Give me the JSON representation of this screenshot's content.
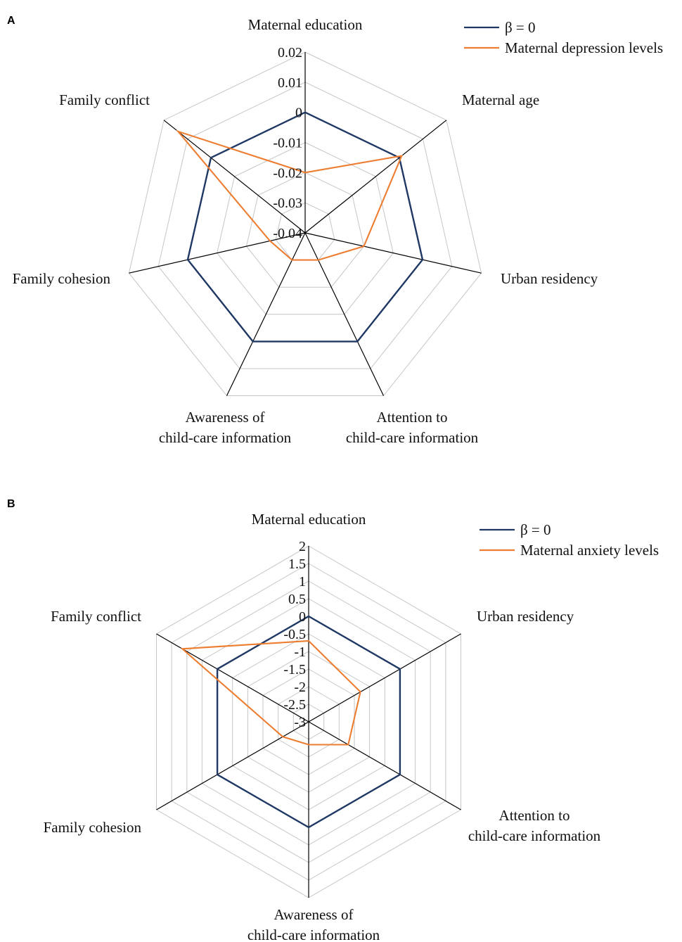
{
  "chart_data": [
    {
      "type": "radar",
      "panel": "A",
      "axes": [
        "Maternal education",
        "Maternal age",
        "Urban residency",
        "Attention to child-care information",
        "Awareness of child-care information",
        "Family cohesion",
        "Family conflict"
      ],
      "axis_labels": [
        [
          "Maternal education"
        ],
        [
          "Maternal age"
        ],
        [
          "Urban residency"
        ],
        [
          "Attention to",
          "child-care information"
        ],
        [
          "Awareness of",
          "child-care information"
        ],
        [
          "Family cohesion"
        ],
        [
          "Family conflict"
        ]
      ],
      "rlim": [
        -0.04,
        0.02
      ],
      "ticks": [
        "0.02",
        "0.01",
        "0",
        "-0.01",
        "-0.02",
        "-0.03",
        "-0.04"
      ],
      "tick_values": [
        0.02,
        0.01,
        0,
        -0.01,
        -0.02,
        -0.03,
        -0.04
      ],
      "grid": true,
      "legend_position": "top-right",
      "series": [
        {
          "name": "β = 0",
          "color": "#1f3864",
          "values": [
            0,
            0,
            0,
            0,
            0,
            0,
            0
          ]
        },
        {
          "name": "Maternal depression levels",
          "color": "#ed7d31",
          "values": [
            -0.02,
            0.001,
            -0.02,
            -0.03,
            -0.03,
            -0.028,
            0.014
          ]
        }
      ]
    },
    {
      "type": "radar",
      "panel": "B",
      "axes": [
        "Maternal education",
        "Urban residency",
        "Attention to child-care information",
        "Awareness of child-care information",
        "Family cohesion",
        "Family conflict"
      ],
      "axis_labels": [
        [
          "Maternal education"
        ],
        [
          "Urban residency"
        ],
        [
          "Attention to",
          "child-care information"
        ],
        [
          "Awareness of",
          "child-care information"
        ],
        [
          "Family cohesion"
        ],
        [
          "Family conflict"
        ]
      ],
      "rlim": [
        -3,
        2
      ],
      "ticks": [
        "2",
        "1.5",
        "1",
        "0.5",
        "0",
        "-0.5",
        "-1",
        "-1.5",
        "-2",
        "-2.5",
        "-3"
      ],
      "tick_values": [
        2,
        1.5,
        1,
        0.5,
        0,
        -0.5,
        -1,
        -1.5,
        -2,
        -2.5,
        -3
      ],
      "grid": true,
      "legend_position": "top-right",
      "series": [
        {
          "name": "β = 0",
          "color": "#1f3864",
          "values": [
            0,
            0,
            0,
            0,
            0,
            0
          ]
        },
        {
          "name": "Maternal anxiety levels",
          "color": "#ed7d31",
          "values": [
            -0.7,
            -1.3,
            -1.7,
            -2.35,
            -2.15,
            1.15
          ]
        }
      ]
    }
  ]
}
